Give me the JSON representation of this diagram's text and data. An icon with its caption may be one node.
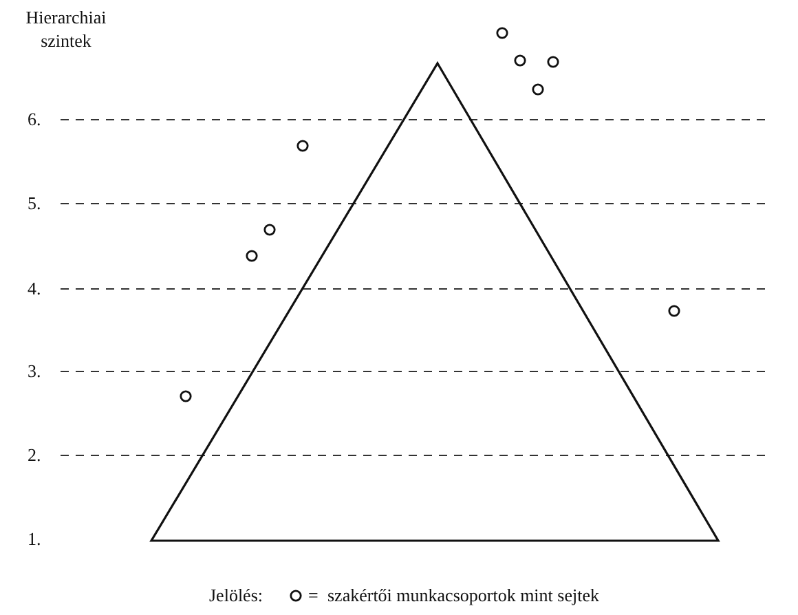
{
  "diagram": {
    "labels": [
      "Hierarchiai szintek",
      "6.",
      "5.",
      "4.",
      "3.",
      "2.",
      "1.",
      "Jelölés:",
      "="
    ],
    "legend": [
      {
        "text": "szakértői munkacsoportok mint sejtek"
      }
    ]
  }
}
